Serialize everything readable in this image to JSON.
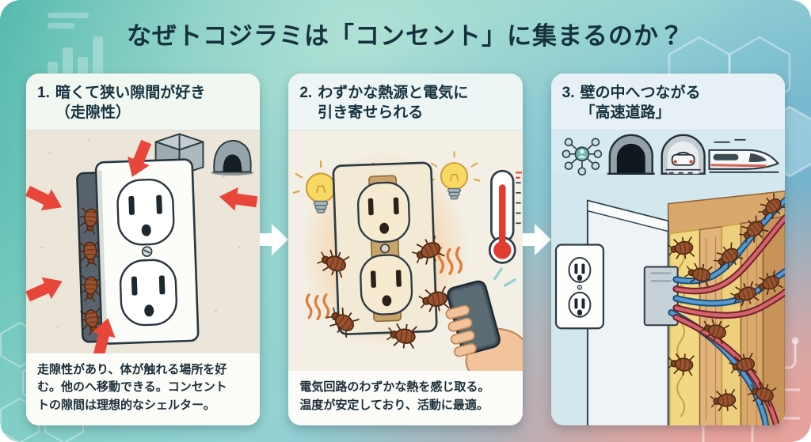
{
  "title": "なぜトコジラミは「コンセント」に集まるのか？",
  "panels": [
    {
      "number": "1.",
      "heading_lines": [
        "暗くて狭い隙間が好き",
        "（走隙性）"
      ],
      "caption_lines": [
        "走隙性があり、体が触れる場所を好",
        "む。他のへ移動できる。コンセント",
        "トの隙間は理想的なシェルター。"
      ],
      "illustration": "outlet with dark gap full of bedbugs, red arrows pointing into crevices",
      "icons": [
        "cardboard-box-icon",
        "cave-icon",
        "red-arrow-icon",
        "bedbug-icon",
        "outlet-icon"
      ]
    },
    {
      "number": "2.",
      "heading_lines": [
        "わずかな熱源と電気に",
        "引き寄せられる"
      ],
      "caption_lines": [
        "電気回路のわずかな熱を感じ取る。",
        "温度が安定しており、活動に最適。"
      ],
      "illustration": "warm glowing outlet with bedbugs, lightbulbs, thermometer, hand holding smartphone",
      "icons": [
        "lightbulb-icon",
        "lightbulb-icon",
        "thermometer-icon",
        "heat-waves-icon",
        "smartphone-in-hand-icon",
        "bedbug-icon",
        "outlet-icon"
      ]
    },
    {
      "number": "3.",
      "heading_lines": [
        "壁の中へつながる",
        "「高速道路」"
      ],
      "caption_lines": [],
      "illustration": "wall cross-section: outlet, insulation, wooden studs, blue and red wires as bedbug highway",
      "icons": [
        "network-icon",
        "tunnel-icon",
        "car-in-tunnel-icon",
        "bullet-train-icon",
        "bedbug-icon",
        "outlet-icon",
        "wire-icon"
      ]
    }
  ],
  "flow_arrows": [
    "right-arrow",
    "right-arrow"
  ],
  "colors": {
    "title_text": "#16323e",
    "background_teal": "#4eb6ab",
    "background_blue": "#84bfd2",
    "background_pink": "#e8a9a4",
    "panel_background": "#fcfcf8",
    "red_arrow": "#e8463b",
    "bedbug_brown": "#9a5230",
    "warm_glow": "#f6a14e",
    "wire_blue": "#5599d2",
    "wire_red": "#d4646a",
    "wood": "#d9a86a",
    "insulation_yellow": "#f2d883",
    "thermometer_red": "#e23c30",
    "bulb_yellow": "#f8d964"
  }
}
